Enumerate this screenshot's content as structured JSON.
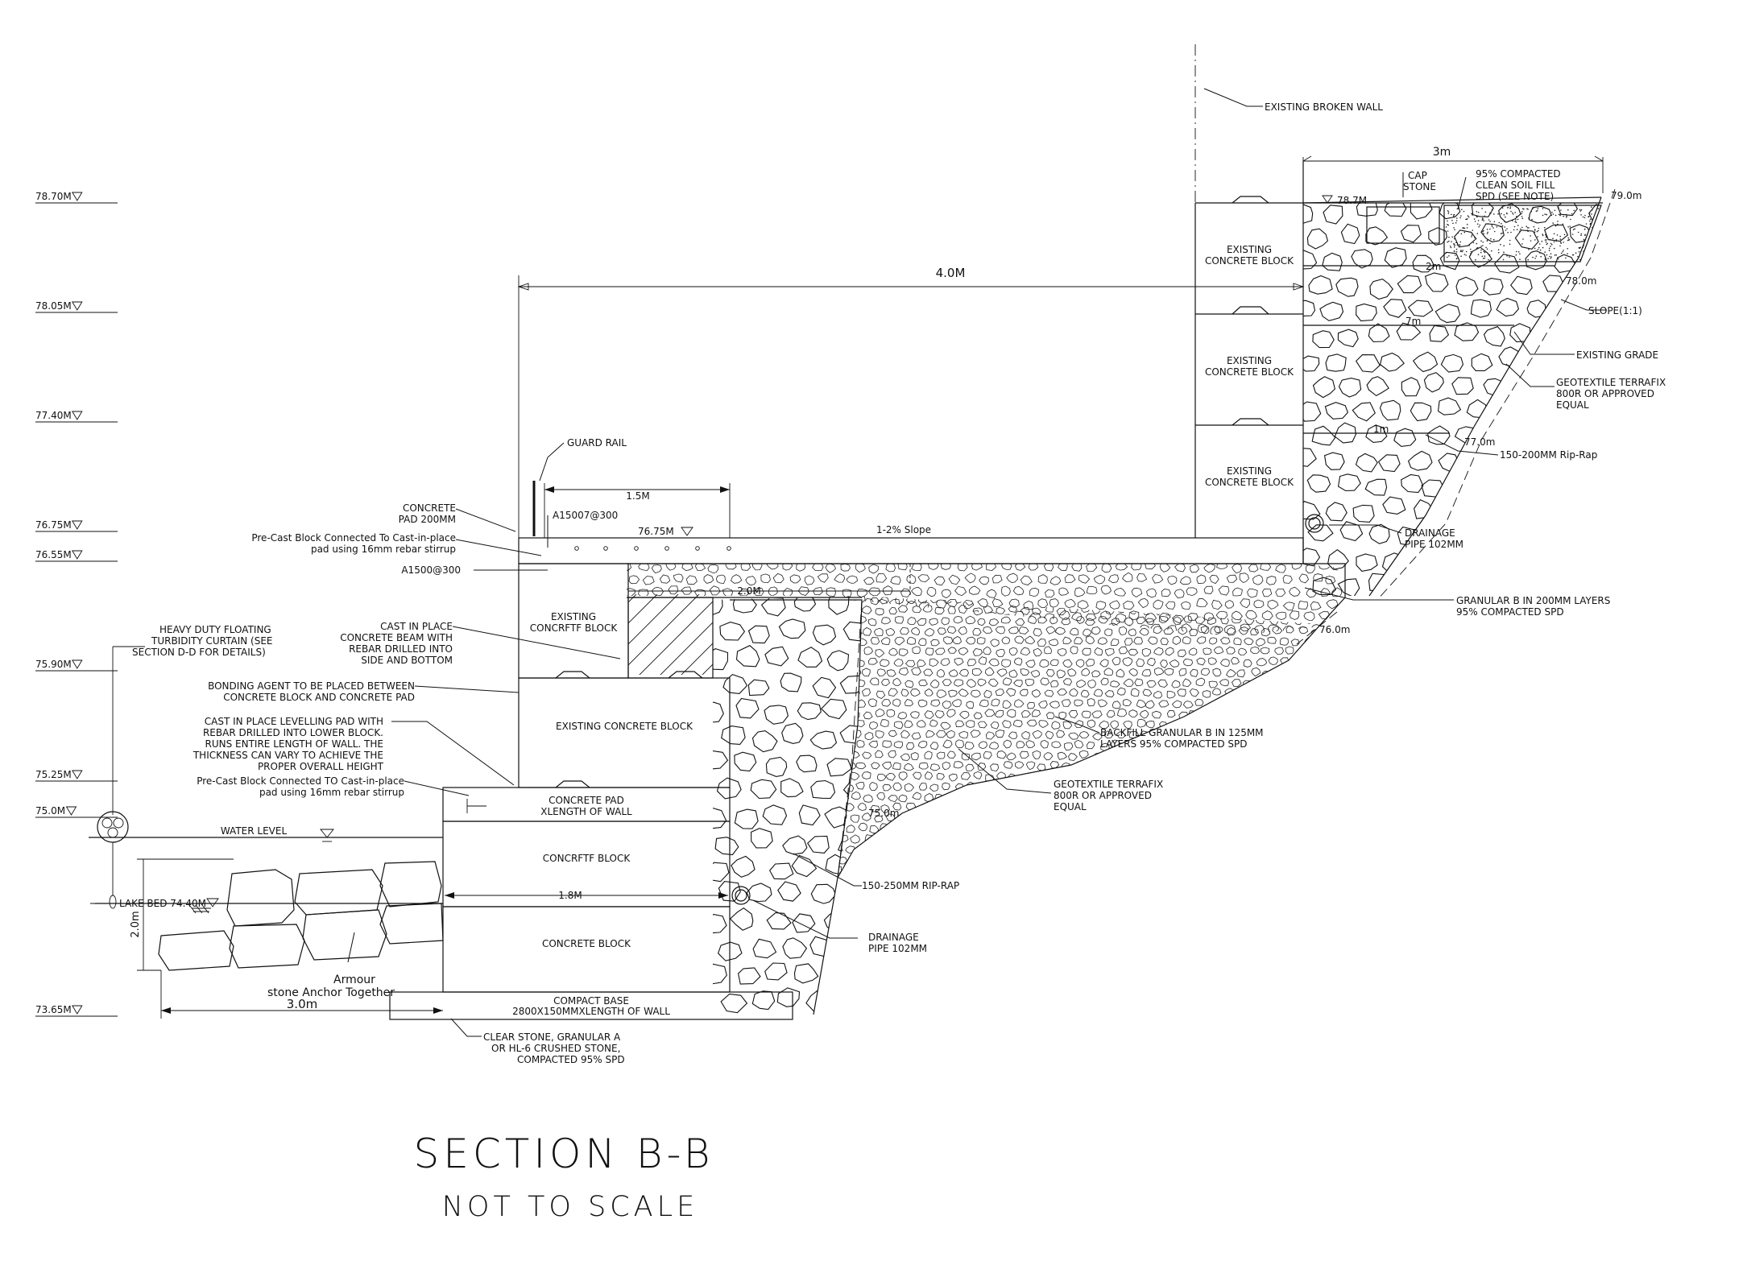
{
  "title": "SECTION B-B",
  "subtitle": "NOT TO SCALE",
  "elevations": [
    {
      "label": "78.70M",
      "level": 78.7
    },
    {
      "label": "78.05M",
      "level": 78.05
    },
    {
      "label": "77.40M",
      "level": 77.4
    },
    {
      "label": "76.75M",
      "level": 76.75
    },
    {
      "label": "76.55M",
      "level": 76.55
    },
    {
      "label": "75.90M",
      "level": 75.9
    },
    {
      "label": "75.25M",
      "level": 75.25
    },
    {
      "label": "75.0M",
      "level": 75.0
    },
    {
      "label": "73.65M",
      "level": 73.65
    }
  ],
  "dims": {
    "top_3m": "3m",
    "width_4m": "4.0M",
    "guard_1_5m": "1.5M",
    "beam_2m": "2.0M",
    "block_1_8m": "1.8M",
    "armour_2m": "2.0m",
    "armour_3m": "3.0m",
    "inner_2m": "2m",
    "inner_7m": "7m",
    "inner_1m": "1m"
  },
  "slope_levels": {
    "l79": "79.0m",
    "l78": "78.0m",
    "l77": "77.0m",
    "l76": "76.0m",
    "l75": "75.0m"
  },
  "labels": {
    "existing_broken_wall": "EXISTING BROKEN WALL",
    "cap_stone": [
      "CAP",
      "STONE"
    ],
    "soil_fill": [
      "95% COMPACTED",
      "CLEAN SOIL FILL",
      "SPD (SEE NOTE)"
    ],
    "top_elev": "78.7M",
    "existing_block": [
      "EXISTING",
      "CONCRETE BLOCK"
    ],
    "slope_ratio": "SLOPE(1:1)",
    "existing_grade": "EXISTING GRADE",
    "geotextile_top": [
      "GEOTEXTILE TERRAFIX",
      "800R OR APPROVED",
      "EQUAL"
    ],
    "riprap_top": "150-200MM Rip-Rap",
    "drainage_top": [
      "DRAINAGE",
      "PIPE 102MM"
    ],
    "granular_b": [
      "GRANULAR B IN 200MM LAYERS",
      "95% COMPACTED SPD"
    ],
    "guard_rail": "GUARD RAIL",
    "concrete_pad": [
      "CONCRETE",
      "PAD 200MM"
    ],
    "rebar_a": "A15007@300",
    "pad_elev": "76.75M",
    "slope_pct": "1-2% Slope",
    "precast_top": [
      "Pre-Cast Block Connected To Cast-in-place",
      "pad using 16mm rebar stirrup"
    ],
    "rebar_b": "A1500@300",
    "existing_concrtf": [
      "EXISTING",
      "CONCRFTF BLOCK"
    ],
    "cast_beam": [
      "CAST IN PLACE",
      "CONCRETE BEAM WITH",
      "REBAR DRILLED INTO",
      "SIDE AND BOTTOM"
    ],
    "turbidity": [
      "HEAVY DUTY FLOATING",
      "TURBIDITY CURTAIN (SEE",
      "SECTION D-D FOR DETAILS)"
    ],
    "bonding": [
      "BONDING AGENT TO BE PLACED BETWEEN",
      "CONCRETE BLOCK AND CONCRETE PAD"
    ],
    "existing_concrete_block": "EXISTING CONCRETE BLOCK",
    "levelling": [
      "CAST IN PLACE LEVELLING PAD WITH",
      "REBAR DRILLED INTO LOWER BLOCK.",
      "RUNS ENTIRE LENGTH OF WALL. THE",
      "THICKNESS CAN VARY TO ACHIEVE THE",
      "PROPER OVERALL HEIGHT"
    ],
    "precast_bottom": [
      "Pre-Cast Block Connected TO Cast-in-place",
      "pad using 16mm rebar stirrup"
    ],
    "concrete_pad_wall": [
      "CONCRETE PAD",
      "XLENGTH OF WALL"
    ],
    "backfill": [
      "BACKFILL GRANULAR B IN 125MM",
      "LAYERS 95% COMPACTED SPD"
    ],
    "geotextile_bottom": [
      "GEOTEXTILE TERRAFIX",
      "800R OR APPROVED",
      "EQUAL"
    ],
    "water_level": "WATER LEVEL",
    "concrftf_block": "CONCRFTF BLOCK",
    "riprap_bottom": "150-250MM RIP-RAP",
    "lake_bed": "LAKE BED 74.40M",
    "concrete_block": "CONCRETE BLOCK",
    "drainage_bottom": [
      "DRAINAGE",
      "PIPE 102MM"
    ],
    "armour": [
      "Armour",
      "stone Anchor Together"
    ],
    "compact_base": [
      "COMPACT BASE",
      "2800X150MMXLENGTH OF WALL"
    ],
    "clear_stone": [
      "CLEAR STONE, GRANULAR A",
      "OR HL-6 CRUSHED STONE,",
      "COMPACTED 95% SPD"
    ]
  }
}
